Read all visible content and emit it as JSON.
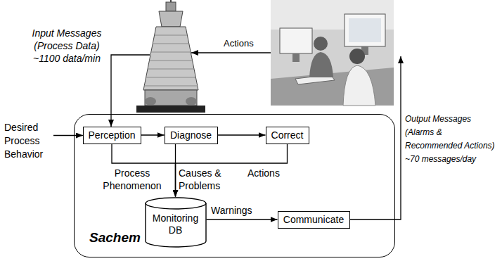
{
  "diagram": {
    "nodes": [
      {
        "text": [
          "Sachem"
        ]
      },
      {
        "text": [
          "Perception"
        ],
        "in": 0
      },
      {
        "text": [
          "Diagnose"
        ],
        "in": 0
      },
      {
        "text": [
          "Correct"
        ],
        "in": 0
      },
      {
        "text": [
          "Monitoring DB"
        ],
        "in": 0
      },
      {
        "text": [
          "Communicate"
        ],
        "in": 0
      }
    ],
    "edges": [
      {
        "from": 1,
        "to": 2,
        "arrow": "to"
      },
      {
        "from": 2,
        "to": 3,
        "arrow": "to"
      },
      {
        "from": 1,
        "to": 4,
        "label": "Process Phenomenon",
        "arrow": "to"
      },
      {
        "from": 2,
        "to": 4,
        "label": "Causes & Problems",
        "arrow": "to"
      },
      {
        "from": 3,
        "to": 4,
        "label": "Actions",
        "arrow": "to"
      },
      {
        "from": 4,
        "to": 5,
        "label": "Warnings",
        "arrow": "to"
      }
    ],
    "labels": [
      "Input Messages (Process Data) ~1100 data/min",
      "Actions",
      "Desired Process Behavior",
      "Output Messages (Alarms & Recommended Actions) ~70 messages/day"
    ]
  }
}
